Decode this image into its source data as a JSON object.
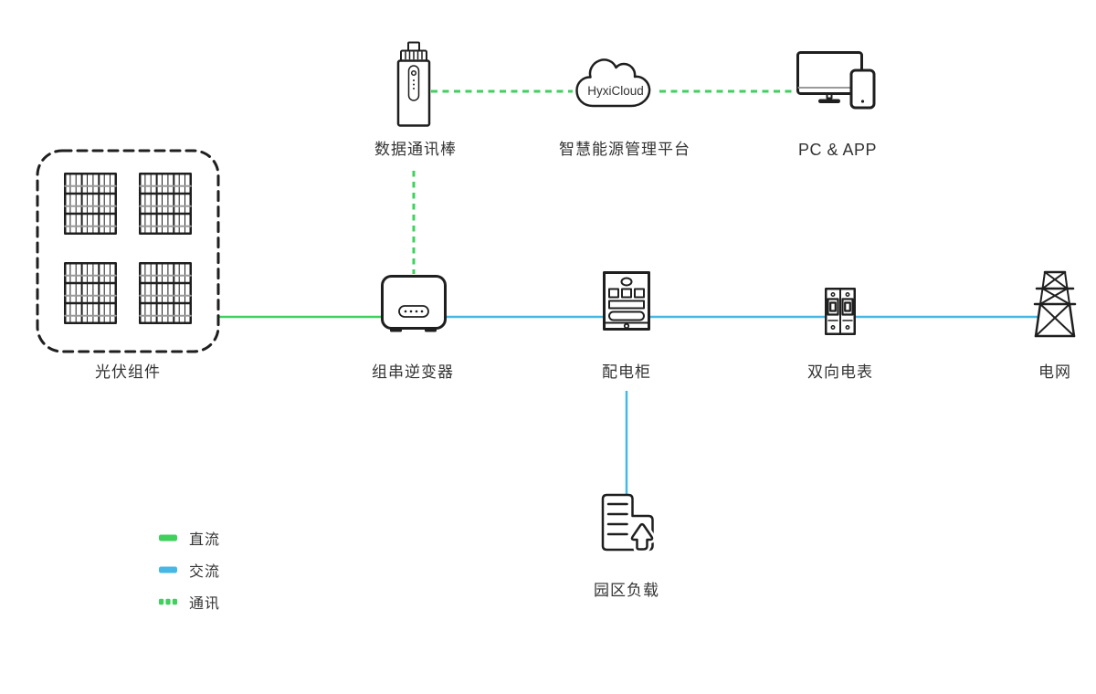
{
  "nodes": {
    "datalogger": {
      "label": "数据通讯棒"
    },
    "platform": {
      "label": "智慧能源管理平台",
      "cloud_text": "HyxiCloud"
    },
    "pc_app": {
      "label": "PC & APP"
    },
    "pv_modules": {
      "label": "光伏组件"
    },
    "inverter": {
      "label": "组串逆变器"
    },
    "cabinet": {
      "label": "配电柜"
    },
    "meter": {
      "label": "双向电表"
    },
    "grid": {
      "label": "电网"
    },
    "load": {
      "label": "园区负载"
    }
  },
  "legend": {
    "items": [
      {
        "label": "直流",
        "style": "solid",
        "color": "#3ed15c"
      },
      {
        "label": "交流",
        "style": "solid",
        "color": "#45b8e6"
      },
      {
        "label": "通讯",
        "style": "dashed",
        "color": "#3ed15c"
      }
    ]
  },
  "colors": {
    "dc_line": "#3ed15c",
    "ac_line": "#45b8e6",
    "comm_line": "#3ed15c",
    "icon_stroke": "#1f1f1f",
    "label_text": "#333333"
  }
}
